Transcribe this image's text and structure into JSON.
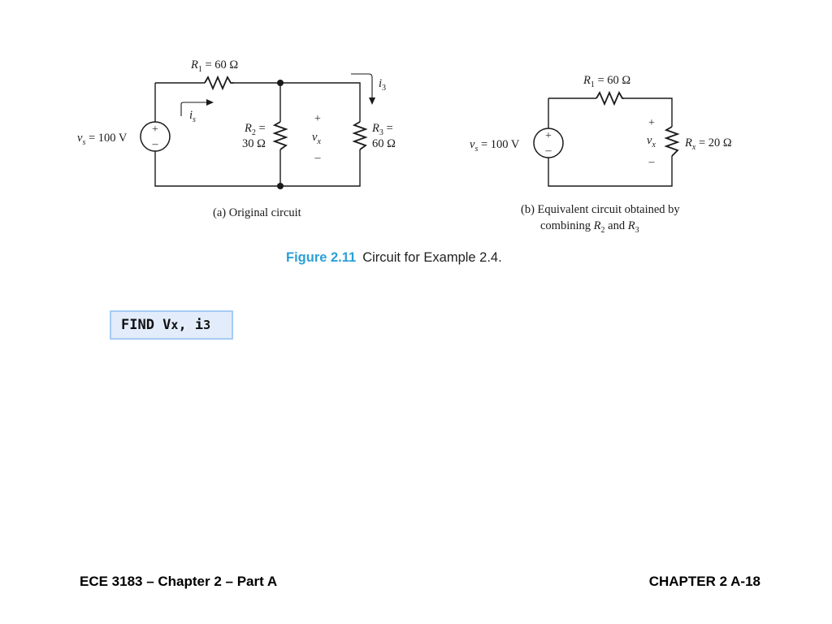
{
  "figure": {
    "left_circuit": {
      "r1_label": "R",
      "r1_sub": "1",
      "r1_value": " = 60 Ω",
      "vs_symbol": "v",
      "vs_sub": "s",
      "vs_value": " = 100 V",
      "is_symbol": "i",
      "is_sub": "s",
      "i3_symbol": "i",
      "i3_sub": "3",
      "r2_label": "R",
      "r2_sub": "2",
      "r2_eq": " =",
      "r2_value": "30 Ω",
      "r3_label": "R",
      "r3_sub": "3",
      "r3_eq": " =",
      "r3_value": "60 Ω",
      "vx_symbol": "v",
      "vx_sub": "x",
      "plus": "+",
      "minus": "–",
      "caption": "(a) Original circuit"
    },
    "right_circuit": {
      "r1_label": "R",
      "r1_sub": "1",
      "r1_value": " = 60 Ω",
      "vs_symbol": "v",
      "vs_sub": "s",
      "vs_value": " = 100 V",
      "vx_symbol": "v",
      "vx_sub": "x",
      "rx_label": "R",
      "rx_sub": "x",
      "rx_value": " = 20 Ω",
      "plus": "+",
      "minus": "–",
      "caption_line1": "(b) Equivalent circuit obtained by",
      "caption_line2_a": "combining ",
      "caption_line2_r2": "R",
      "caption_line2_r2sub": "2",
      "caption_line2_and": " and ",
      "caption_line2_r3": "R",
      "caption_line2_r3sub": "3"
    },
    "source_plus": "+",
    "source_minus": "–",
    "figure_number": "Figure 2.11",
    "figure_title": "Circuit for Example 2.4."
  },
  "find_box": {
    "text": "FIND V",
    "v_sub": "x",
    "separator": ", i",
    "i_sub": "3"
  },
  "footer": {
    "left": "ECE 3183 – Chapter 2 – Part A",
    "right": "CHAPTER 2 A-18"
  }
}
